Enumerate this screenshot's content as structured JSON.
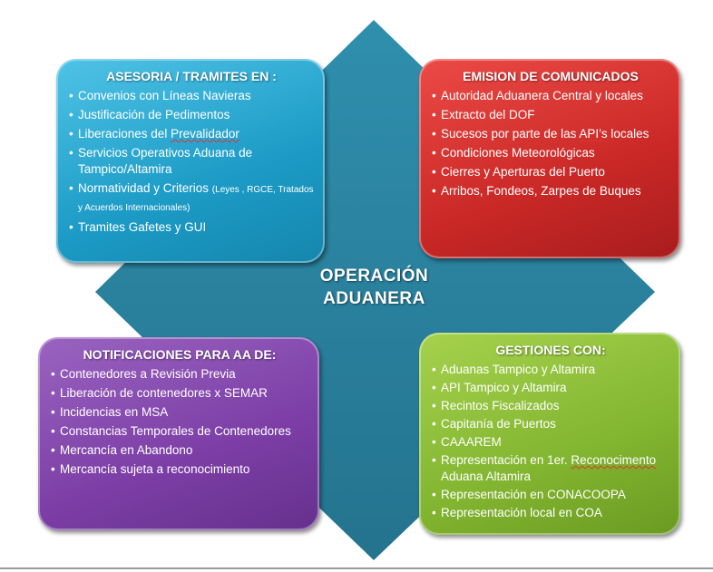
{
  "center": {
    "line1": "OPERACIÓN",
    "line2": "ADUANERA"
  },
  "colors": {
    "diamond": "#2a86a2",
    "asesoria": "#1c9bc6",
    "emision": "#c92826",
    "notificaciones": "#7c3ea6",
    "gestiones": "#82b530"
  },
  "asesoria": {
    "title": "ASESORIA / TRAMITES EN :",
    "items": [
      "Convenios con Líneas Navieras",
      "Justificación de Pedimentos",
      "Liberaciones del ",
      "Servicios Operativos Aduana de Tampico/Altamira",
      "Normatividad  y Criterios ",
      "Tramites Gafetes y GUI"
    ],
    "item3_underlined": "Prevalidador",
    "item5_note": "(Leyes  , RGCE, Tratados y Acuerdos Internacionales)"
  },
  "emision": {
    "title": "EMISION DE COMUNICADOS",
    "items": [
      "Autoridad Aduanera Central y locales",
      "Extracto del DOF",
      "Sucesos por parte de las ",
      "Condiciones Meteorológicas",
      "Cierres y Aperturas del Puerto",
      " Arribos, Fondeos, Zarpes de Buques"
    ],
    "item3_underlined": "API’s",
    "item3_tail": " locales"
  },
  "notificaciones": {
    "title": "NOTIFICACIONES PARA AA DE:",
    "items": [
      "Contenedores a Revisión Previa",
      "Liberación de contenedores x SEMAR",
      "Incidencias en MSA",
      "Constancias Temporales de Contenedores",
      "Mercancía en Abandono",
      "Mercancía sujeta a reconocimiento"
    ]
  },
  "gestiones": {
    "title": "GESTIONES CON:",
    "items": [
      "Aduanas Tampico y Altamira",
      "API Tampico y Altamira",
      "Recintos Fiscalizados",
      "Capitanía de Puertos",
      "CAAAREM",
      "Representación en 1er. ",
      "Representación en CONACOOPA",
      "Representación local  en COA"
    ],
    "item6_underlined": "Reconocimento",
    "item6_tail": " Aduana Altamira"
  }
}
